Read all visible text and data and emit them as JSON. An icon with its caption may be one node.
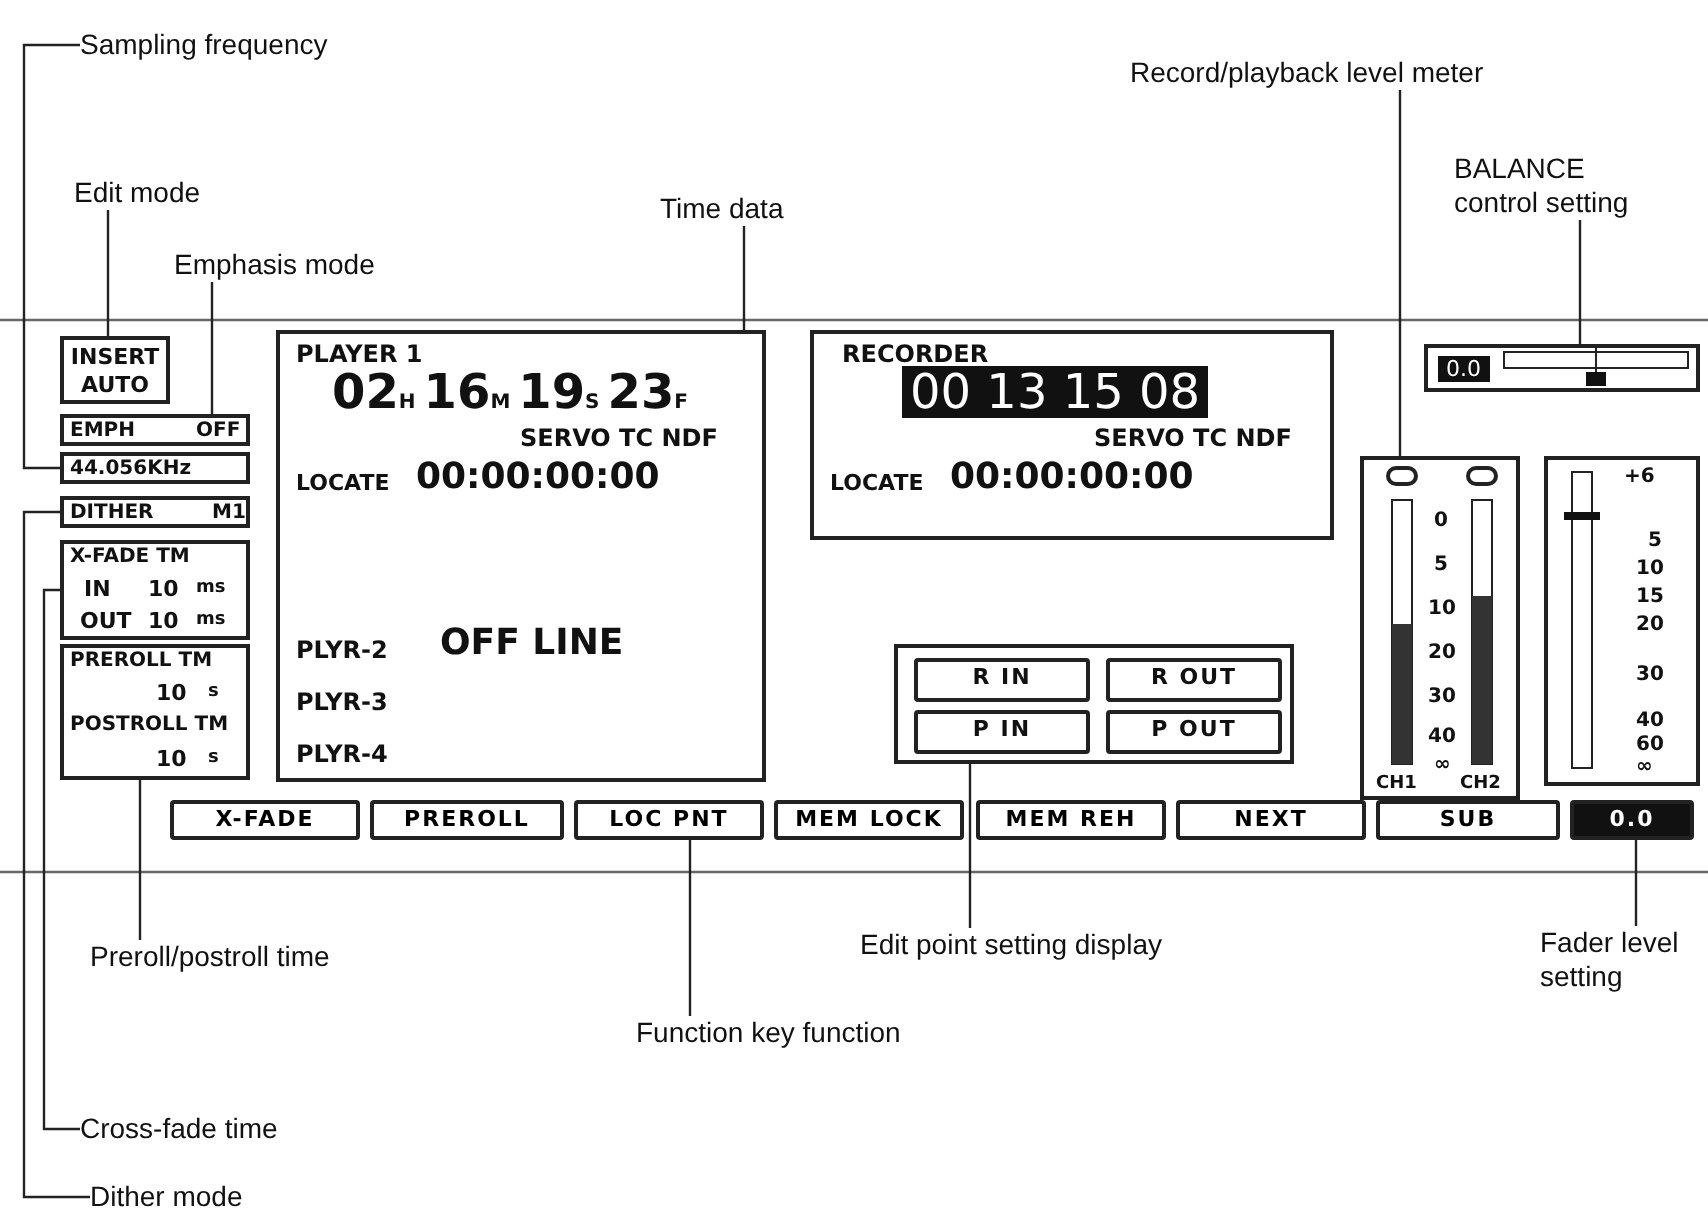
{
  "diagram": {
    "nodes": [
      {
        "text": [
          "Sampling frequency"
        ]
      },
      {
        "text": [
          "Edit mode"
        ]
      },
      {
        "text": [
          "Emphasis mode"
        ]
      },
      {
        "text": [
          "Time data"
        ]
      },
      {
        "text": [
          "Record/playback level meter"
        ]
      },
      {
        "text": [
          "BALANCE control setting"
        ]
      },
      {
        "text": [
          "Preroll/postroll time"
        ]
      },
      {
        "text": [
          "Edit point setting display"
        ]
      },
      {
        "text": [
          "Fader level setting"
        ]
      },
      {
        "text": [
          "Function key function"
        ]
      },
      {
        "text": [
          "Cross-fade time"
        ]
      },
      {
        "text": [
          "Dither mode"
        ]
      },
      {
        "text": [
          "INSERT AUTO"
        ]
      },
      {
        "text": [
          "EMPH",
          "OFF"
        ]
      },
      {
        "text": [
          "44.056KHz"
        ]
      },
      {
        "text": [
          "DITHER",
          "M1"
        ]
      },
      {
        "text": [
          "X-FADE TM",
          "IN",
          "10",
          "ms",
          "OUT",
          "10",
          "ms"
        ]
      },
      {
        "text": [
          "PREROLL TM",
          "10",
          "s",
          "POSTROLL TM",
          "10",
          "s"
        ]
      },
      {
        "text": [
          "PLAYER 1",
          "02$_{H}$16$_{M}$19$_{S}$23$_{F}$",
          "SERVO TC NDF",
          "LOCATE",
          "00:00:00:00",
          "PLYR-2",
          "OFF LINE",
          "PLYR-3",
          "PLYR-4"
        ]
      },
      {
        "text": [
          "RECORDER",
          "00 13 15 08",
          "SERVO TC NDF",
          "LOCATE",
          "00:00:00:00"
        ]
      },
      {
        "text": [
          "0.0"
        ]
      },
      {
        "text": [
          "0",
          "5",
          "10",
          "20",
          "30",
          "40",
          "∞",
          "CH1",
          "CH2"
        ]
      },
      {
        "text": [
          "+6",
          "5",
          "10",
          "15",
          "20",
          "30",
          "40",
          "60",
          "∞"
        ]
      },
      {
        "text": [],
        "shape": "box"
      },
      {
        "text": [
          "R IN"
        ],
        "in": 23
      },
      {
        "text": [
          "R OUT"
        ],
        "in": 23
      },
      {
        "text": [
          "P IN"
        ],
        "in": 23
      },
      {
        "text": [
          "P OUT"
        ],
        "in": 23
      },
      {
        "text": [
          "X-FADE"
        ]
      },
      {
        "text": [
          "PREROLL"
        ]
      },
      {
        "text": [
          "LOC PNT"
        ]
      },
      {
        "text": [
          "MEM LOCK"
        ]
      },
      {
        "text": [
          "MEM REH"
        ]
      },
      {
        "text": [
          "NEXT"
        ]
      },
      {
        "text": [
          "SUB"
        ]
      },
      {
        "text": [
          "0.0"
        ]
      }
    ],
    "edges": [
      {
        "from": 0,
        "to": 14,
        "arrow": "none"
      },
      {
        "from": 1,
        "to": 12,
        "arrow": "none"
      },
      {
        "from": 2,
        "to": 13,
        "arrow": "none"
      },
      {
        "from": 3,
        "to": 18,
        "arrow": "none"
      },
      {
        "from": 4,
        "to": 21,
        "arrow": "none"
      },
      {
        "from": 5,
        "to": 20,
        "arrow": "none"
      },
      {
        "from": 6,
        "to": 17,
        "arrow": "none"
      },
      {
        "from": 7,
        "to": 23,
        "arrow": "none"
      },
      {
        "from": 8,
        "to": 35,
        "arrow": "none"
      },
      {
        "from": 9,
        "to": 30,
        "arrow": "none"
      },
      {
        "from": 10,
        "to": 16,
        "arrow": "none"
      },
      {
        "from": 11,
        "to": 15,
        "arrow": "none"
      }
    ]
  }
}
